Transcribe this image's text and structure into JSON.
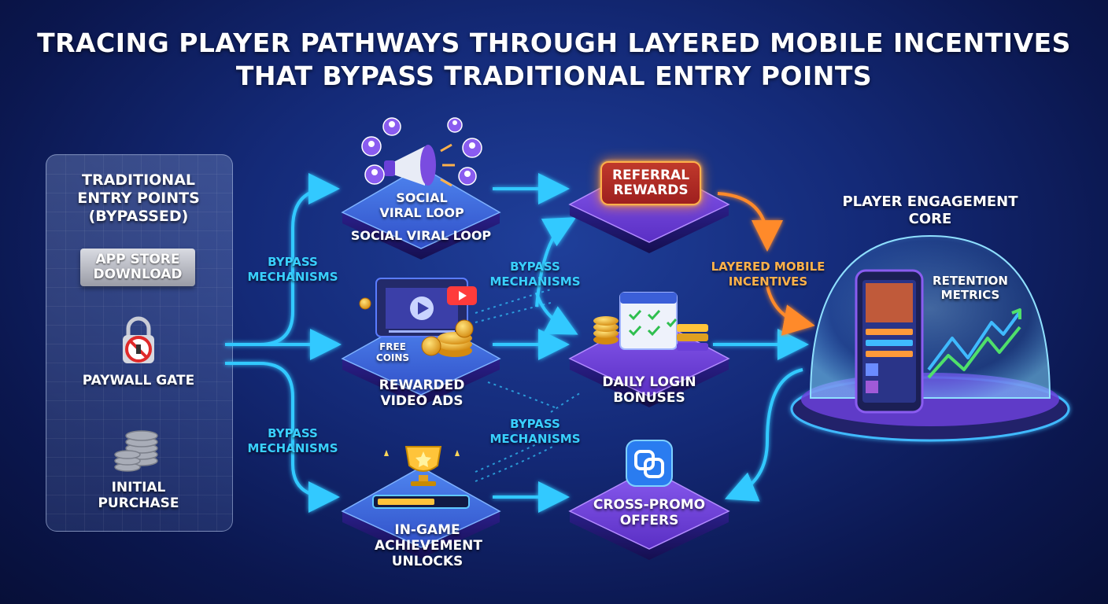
{
  "title_line1": "TRACING PLAYER PATHWAYS THROUGH LAYERED MOBILE INCENTIVES",
  "title_line2": "THAT BYPASS TRADITIONAL ENTRY POINTS",
  "traditional": {
    "heading": "TRADITIONAL ENTRY POINTS (BYPASSED)",
    "app_store": "APP STORE DOWNLOAD",
    "paywall": "PAYWALL GATE",
    "purchase": "INITIAL PURCHASE"
  },
  "bypass_label": "BYPASS MECHANISMS",
  "nodes": {
    "social_tile": "SOCIAL VIRAL LOOP",
    "social_caption": "SOCIAL VIRAL LOOP",
    "video": "REWARDED VIDEO ADS",
    "free_coins": "FREE COINS",
    "achievement": "IN-GAME ACHIEVEMENT UNLOCKS",
    "referral": "REFERRAL REWARDS",
    "daily": "DAILY LOGIN BONUSES",
    "crosspromo": "CROSS-PROMO OFFERS"
  },
  "layered_label": "LAYERED MOBILE INCENTIVES",
  "core": {
    "heading": "PLAYER ENGAGEMENT CORE",
    "retention": "RETENTION METRICS"
  },
  "colors": {
    "cyan_flow": "#33c9ff",
    "orange_flow": "#ff8a2a",
    "tile_purple": "#6a3fd8",
    "tile_blue": "#2f5fd8"
  }
}
